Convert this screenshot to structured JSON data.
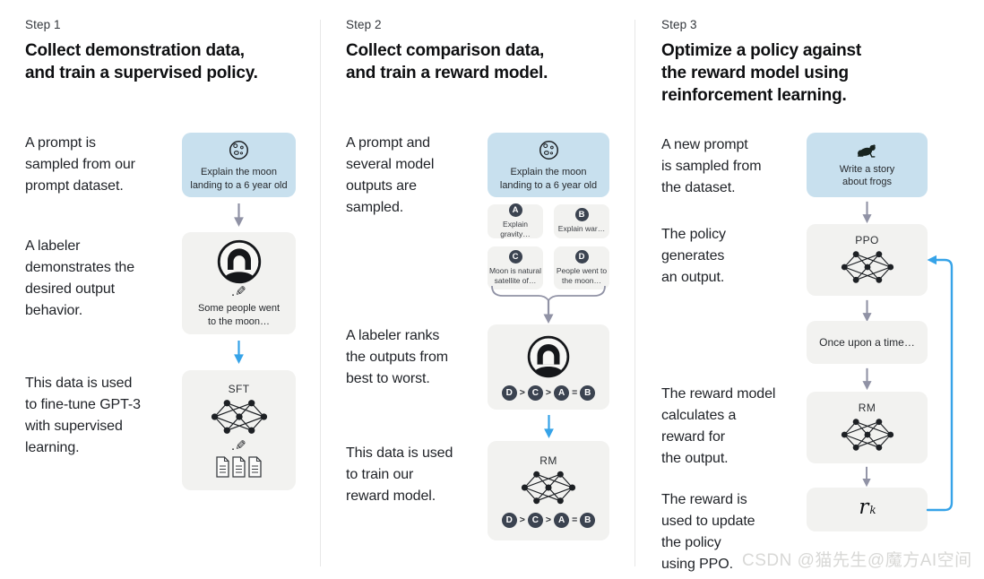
{
  "watermark": "CSDN @猫先生@魔方AI空间",
  "colors": {
    "accent_blue": "#36a3e8",
    "prompt_box_blue": "#c8e0ee",
    "box_gray": "#f2f2f0",
    "circle_dark": "#3b4350"
  },
  "icons": {
    "pencil": "✎."
  },
  "steps": [
    {
      "label": "Step 1",
      "title": "Collect demonstration data,\nand train a supervised policy.",
      "captions": [
        "A prompt is\nsampled from our\nprompt dataset.",
        "A labeler\ndemonstrates the\ndesired output\nbehavior.",
        "This data is used\nto fine-tune GPT-3\nwith supervised\nlearning."
      ],
      "prompt_box": "Explain the moon\nlanding to a 6 year old",
      "demo_box": "Some people went\nto the moon…",
      "model_label": "SFT"
    },
    {
      "label": "Step 2",
      "title": "Collect comparison data,\nand train a reward model.",
      "captions": [
        "A prompt and\nseveral model\noutputs are\nsampled.",
        "A labeler ranks\nthe outputs from\nbest to worst.",
        "This data is used\nto train our\nreward model."
      ],
      "prompt_box": "Explain the moon\nlanding to a 6 year old",
      "outputs": [
        {
          "letter": "A",
          "text": "Explain gravity…"
        },
        {
          "letter": "B",
          "text": "Explain war…"
        },
        {
          "letter": "C",
          "text": "Moon is natural\nsatellite of…"
        },
        {
          "letter": "D",
          "text": "People went to\nthe moon…"
        }
      ],
      "ranking": {
        "l1": "D",
        "op1": ">",
        "l2": "C",
        "op2": ">",
        "l3": "A",
        "op3": "=",
        "l4": "B"
      },
      "model_label": "RM"
    },
    {
      "label": "Step 3",
      "title": "Optimize a policy against\nthe reward model using\nreinforcement learning.",
      "captions": [
        "A new prompt\nis sampled from\nthe dataset.",
        "The policy\ngenerates\nan output.",
        "The reward model\ncalculates a\nreward for\nthe output.",
        "The reward is\nused to update\nthe policy\nusing PPO."
      ],
      "prompt_box": "Write a story\nabout frogs",
      "policy_label": "PPO",
      "output_box": "Once upon a time…",
      "model_label": "RM",
      "reward_label": "r",
      "reward_sub": "k"
    }
  ]
}
